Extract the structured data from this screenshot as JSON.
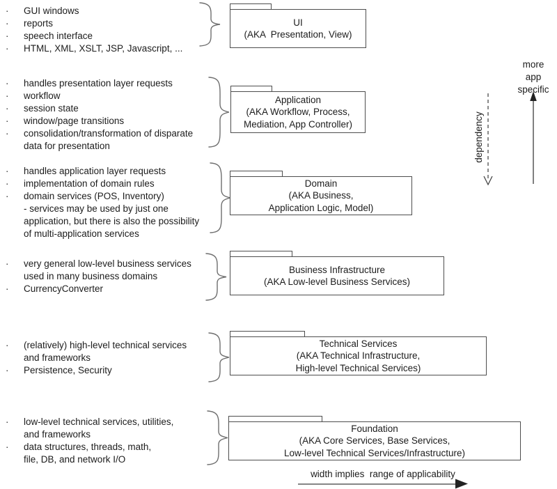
{
  "sections": [
    {
      "items": [
        {
          "bullet": "·",
          "text": "GUI windows"
        },
        {
          "bullet": "·",
          "text": "reports"
        },
        {
          "bullet": "·",
          "text": "speech interface"
        },
        {
          "bullet": "·",
          "text": "HTML, XML, XSLT, JSP, Javascript, ..."
        }
      ]
    },
    {
      "items": [
        {
          "bullet": "·",
          "text": "handles presentation layer requests"
        },
        {
          "bullet": "·",
          "text": "workflow"
        },
        {
          "bullet": "·",
          "text": "session state"
        },
        {
          "bullet": "·",
          "text": "window/page transitions"
        },
        {
          "bullet": "·",
          "text": "consolidation/transformation of disparate"
        },
        {
          "text": "data for presentation"
        }
      ]
    },
    {
      "items": [
        {
          "bullet": "·",
          "text": "handles application layer requests"
        },
        {
          "bullet": "·",
          "text": "implementation of domain rules"
        },
        {
          "bullet": "·",
          "text": "domain services (POS, Inventory)"
        },
        {
          "text": "- services may be used by just one"
        },
        {
          "text": "application, but there is also the possibility"
        },
        {
          "text": "of multi-application services"
        }
      ]
    },
    {
      "items": [
        {
          "bullet": "·",
          "text": "very general low-level business services"
        },
        {
          "text": "used in many business domains"
        },
        {
          "bullet": "·",
          "text": "CurrencyConverter"
        }
      ]
    },
    {
      "items": [
        {
          "bullet": "·",
          "text": "(relatively) high-level technical services"
        },
        {
          "text": "and frameworks"
        },
        {
          "bullet": "·",
          "text": "Persistence, Security"
        }
      ]
    },
    {
      "items": [
        {
          "bullet": "·",
          "text": "low-level technical services, utilities,"
        },
        {
          "text": "and frameworks"
        },
        {
          "bullet": "·",
          "text": "data structures, threads, math,"
        },
        {
          "text": "file, DB, and network I/O"
        }
      ]
    }
  ],
  "layers": [
    {
      "title": "UI",
      "subtitle": [
        "(AKA  Presentation, View)"
      ]
    },
    {
      "title": "Application",
      "subtitle": [
        "(AKA Workflow, Process,",
        "Mediation, App Controller)"
      ]
    },
    {
      "title": "Domain",
      "subtitle": [
        "(AKA Business,",
        "Application Logic, Model)"
      ]
    },
    {
      "title": "Business Infrastructure",
      "subtitle": [
        "(AKA Low-level Business Services)"
      ]
    },
    {
      "title": "Technical Services",
      "subtitle": [
        "(AKA Technical Infrastructure,",
        "High-level Technical Services)"
      ]
    },
    {
      "title": "Foundation",
      "subtitle": [
        "(AKA Core Services, Base Services,",
        "Low-level Technical Services/Infrastructure)"
      ]
    }
  ],
  "side": {
    "more_app_specific": [
      "more",
      "app",
      "specific"
    ],
    "dependency_label": "dependency"
  },
  "bottom_axis": {
    "label": "width implies  range of applicability"
  },
  "colors": {
    "background": "#ffffff",
    "text": "#1c1c1c",
    "box_border": "#4d4d4d",
    "brace": "#6e6e6e",
    "arrow": "#2b2b2b"
  }
}
